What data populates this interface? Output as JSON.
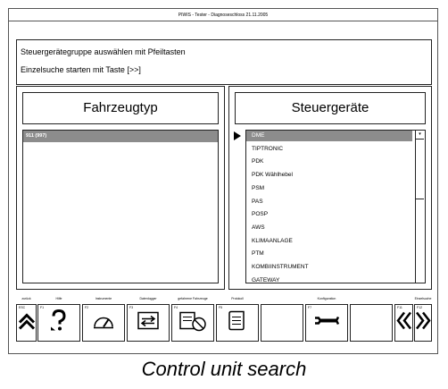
{
  "title": "PIWIS - Tester - Diagnoseschloss 21.11.2005",
  "info": {
    "line1": "Steuergerätegruppe auswählen mit Pfeiltasten",
    "line2": "Einzelsuche starten mit Taste [>>]"
  },
  "left_panel": {
    "heading": "Fahrzeugtyp",
    "selected_vehicle": "911 (997)"
  },
  "right_panel": {
    "heading": "Steuergeräte",
    "items": [
      "DME",
      "TIPTRONIC",
      "PDK",
      "PDK Wählhebel",
      "PSM",
      "PAS",
      "POSP",
      "AWS",
      "KLIMAANLAGE",
      "PTM",
      "KOMBIINSTRUMENT",
      "GATEWAY"
    ],
    "selected_index": 0
  },
  "fkeys": [
    {
      "label": "zurück",
      "code": "ESC",
      "icon": "double-chevron-up-icon"
    },
    {
      "label": "Hilfe",
      "code": "F1",
      "icon": "help-question-icon"
    },
    {
      "label": "Instrumente",
      "code": "F2",
      "icon": "gauge-icon"
    },
    {
      "label": "Datenlogger",
      "code": "F3",
      "icon": "data-exchange-icon"
    },
    {
      "label": "gefahrene Fahrzeuge",
      "code": "F4",
      "icon": "vehicle-test-icon"
    },
    {
      "label": "Protokoll",
      "code": "F5",
      "icon": "document-icon"
    },
    {
      "label": "",
      "code": "",
      "icon": ""
    },
    {
      "label": "Konfiguration",
      "code": "F7",
      "icon": "wrench-icon"
    },
    {
      "label": "",
      "code": "",
      "icon": ""
    },
    {
      "label": "",
      "code": "F11",
      "icon": "double-chevron-left-icon"
    },
    {
      "label": "Einzelsuche",
      "code": "F12",
      "icon": "double-chevron-right-icon"
    }
  ],
  "caption": "Control unit search"
}
